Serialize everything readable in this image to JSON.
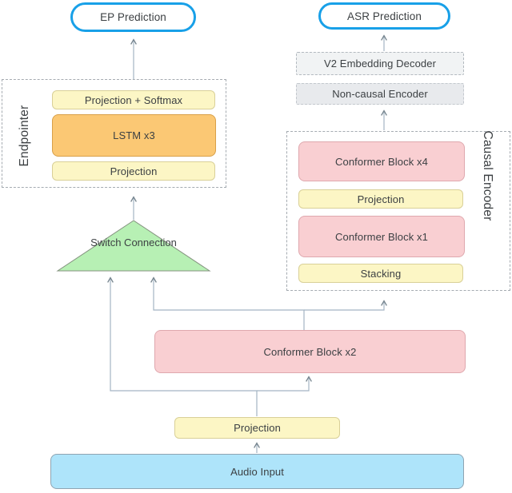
{
  "diagram": {
    "nodes": {
      "ep_prediction": {
        "label": "EP Prediction"
      },
      "asr_prediction": {
        "label": "ASR Prediction"
      },
      "v2_embedding_decoder": {
        "label": "V2 Embedding Decoder"
      },
      "non_causal_encoder": {
        "label": "Non-causal Encoder"
      },
      "conformer_block_x4": {
        "label": "Conformer Block x4"
      },
      "causal_projection": {
        "label": "Projection"
      },
      "conformer_block_x1": {
        "label": "Conformer Block x1"
      },
      "stacking": {
        "label": "Stacking"
      },
      "projection_softmax": {
        "label": "Projection + Softmax"
      },
      "lstm_x3": {
        "label": "LSTM x3"
      },
      "endpointer_projection": {
        "label": "Projection"
      },
      "switch_connection": {
        "label": "Switch Connection"
      },
      "conformer_block_x2": {
        "label": "Conformer Block x2"
      },
      "input_projection": {
        "label": "Projection"
      },
      "audio_input": {
        "label": "Audio Input"
      }
    },
    "groups": {
      "endpointer": {
        "label": "Endpointer"
      },
      "causal_encoder": {
        "label": "Causal Encoder"
      }
    },
    "colors": {
      "oval_border_blue": "#18A0E8",
      "yellow_fill": "#FCF6C5",
      "pink_fill": "#F9CFD2",
      "orange_fill": "#FBC874",
      "green_fill": "#B7F0B4",
      "audio_blue_fill": "#AEE4FA",
      "gray_fill_light": "#F1F3F4",
      "gray_fill_dark": "#E8EAED",
      "connector_line": "#A3B5C3",
      "arrowhead": "#76848E",
      "text": "#3C4043"
    }
  }
}
